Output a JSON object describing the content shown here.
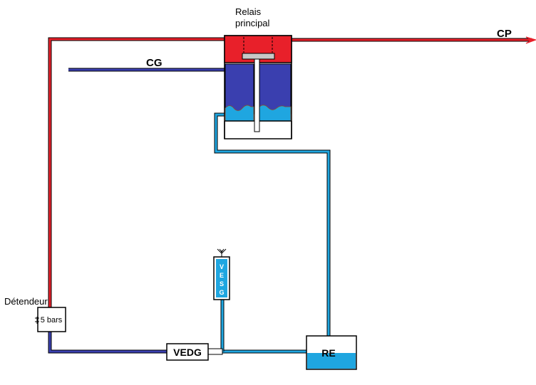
{
  "labels": {
    "relais_line1": "Relais",
    "relais_line2": "principal",
    "cp": "CP",
    "cg": "CG",
    "detendeur": "Détendeur",
    "pressure": "5 bars",
    "vedg": "VEDG",
    "vesg_letters": [
      "V",
      "E",
      "S",
      "G"
    ],
    "re": "RE"
  },
  "colors": {
    "cp_red": "#e8202a",
    "cg_blue": "#3a3faf",
    "light_blue": "#1fa6e0",
    "outline": "#000000"
  }
}
